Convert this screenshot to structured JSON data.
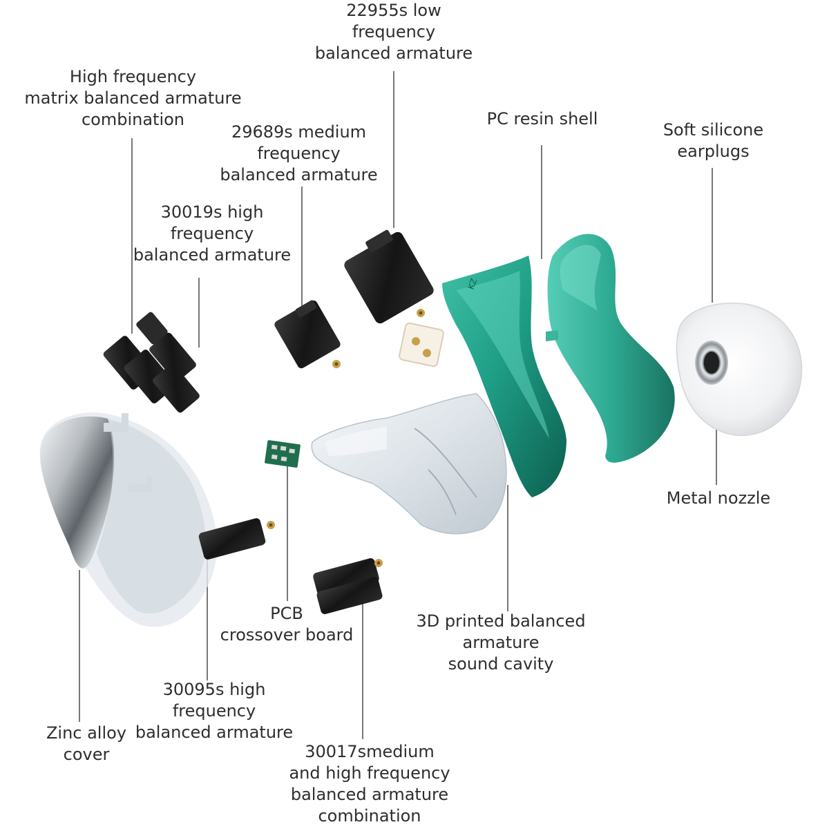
{
  "labels": {
    "low_ba_22955": [
      "22955s low",
      "frequency",
      "balanced armature"
    ],
    "hf_matrix": [
      "High frequency",
      "matrix balanced armature",
      "combination"
    ],
    "mid_ba_29689": [
      "29689s medium",
      "frequency",
      "balanced armature"
    ],
    "pc_shell": [
      "PC resin shell"
    ],
    "silicone_tips": [
      "Soft silicone",
      "earplugs"
    ],
    "hf_ba_30019": [
      "30019s high",
      "frequency",
      "balanced armature"
    ],
    "metal_nozzle": [
      "Metal nozzle"
    ],
    "pcb": [
      "PCB",
      "crossover board"
    ],
    "cavity_3d": [
      "3D printed balanced",
      "armature",
      "sound cavity"
    ],
    "hf_ba_30095": [
      "30095s high",
      "frequency",
      "balanced armature"
    ],
    "zinc_cover": [
      "Zinc alloy",
      "cover"
    ],
    "mhf_ba_30017": [
      "30017smedium",
      "and high frequency",
      "balanced armature",
      "combination"
    ]
  },
  "colors": {
    "teal_shell": "#1f9e86",
    "teal_dark": "#0f6e5c",
    "driver_black": "#1b1b1b",
    "gold_pin": "#c9a04a",
    "silver": "#9aa0a6",
    "silicone": "#f1f2f4",
    "clear_resin": "#dfe6ec"
  }
}
